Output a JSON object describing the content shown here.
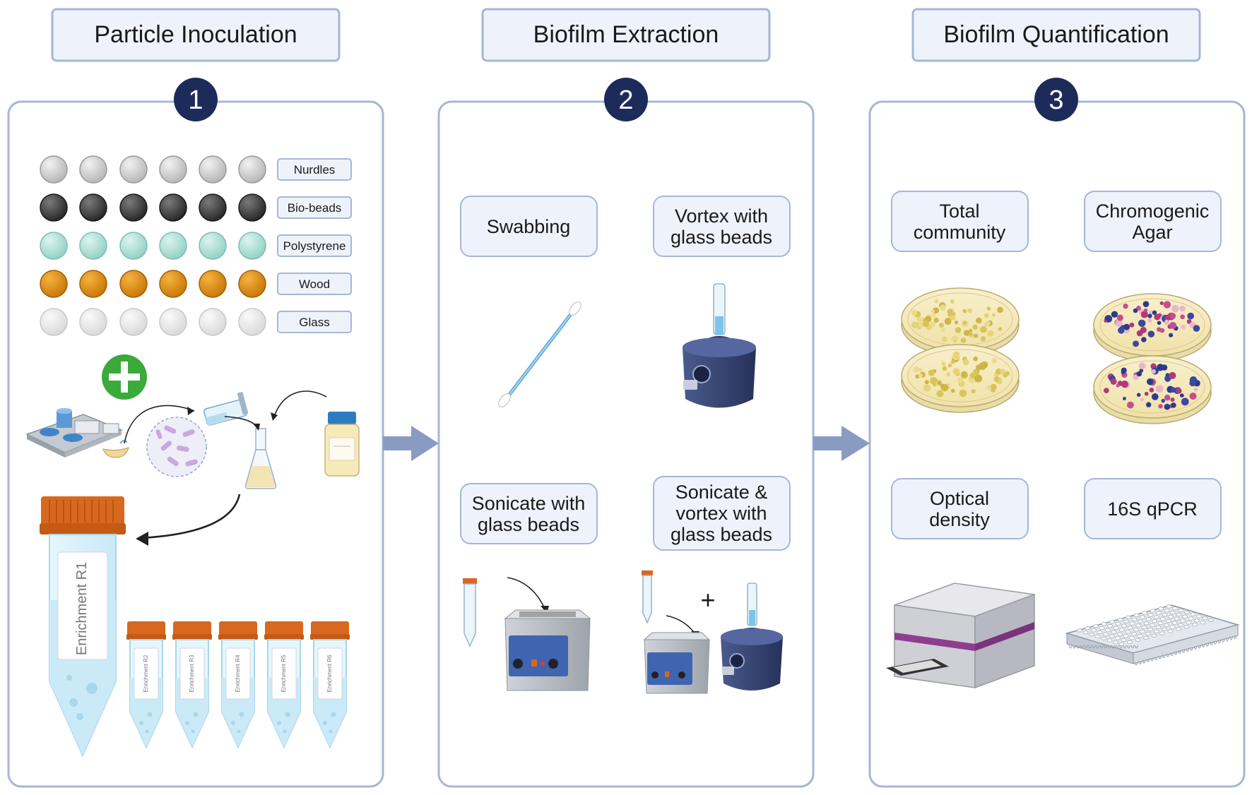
{
  "steps": [
    {
      "number": "1",
      "title": "Particle Inoculation"
    },
    {
      "number": "2",
      "title": "Biofilm Extraction"
    },
    {
      "number": "3",
      "title": "Biofilm Quantification"
    }
  ],
  "particles": [
    {
      "label": "Nurdles",
      "color": "#c4c4c4"
    },
    {
      "label": "Bio-beads",
      "color": "#3a3a3a"
    },
    {
      "label": "Polystyrene",
      "color": "#a6ddd3"
    },
    {
      "label": "Wood",
      "color": "#db8a0e"
    },
    {
      "label": "Glass",
      "color": "#e4e4e4"
    }
  ],
  "tubes": {
    "big": "Enrichment R1",
    "small": [
      "Enrichment R2",
      "Enrichment R3",
      "Enrichment R4",
      "Enrichment R5",
      "Enrichment R6"
    ]
  },
  "extraction": {
    "methods": [
      [
        "Swabbing"
      ],
      [
        "Vortex with",
        "glass beads"
      ],
      [
        "Sonicate with",
        "glass beads"
      ],
      [
        "Sonicate &",
        "vortex with",
        "glass beads"
      ]
    ],
    "plus": "+"
  },
  "quantification": {
    "methods": [
      [
        "Total",
        "community"
      ],
      [
        "Chromogenic",
        "Agar"
      ],
      [
        "Optical",
        "density"
      ],
      [
        "16S qPCR"
      ]
    ]
  },
  "colors": {
    "panel_border": "#a6b6d6",
    "box_fill": "#eef3fb",
    "badge": "#1d2b5a",
    "arrow": "#8a9bc2",
    "plus_green": "#3aaa3a"
  }
}
